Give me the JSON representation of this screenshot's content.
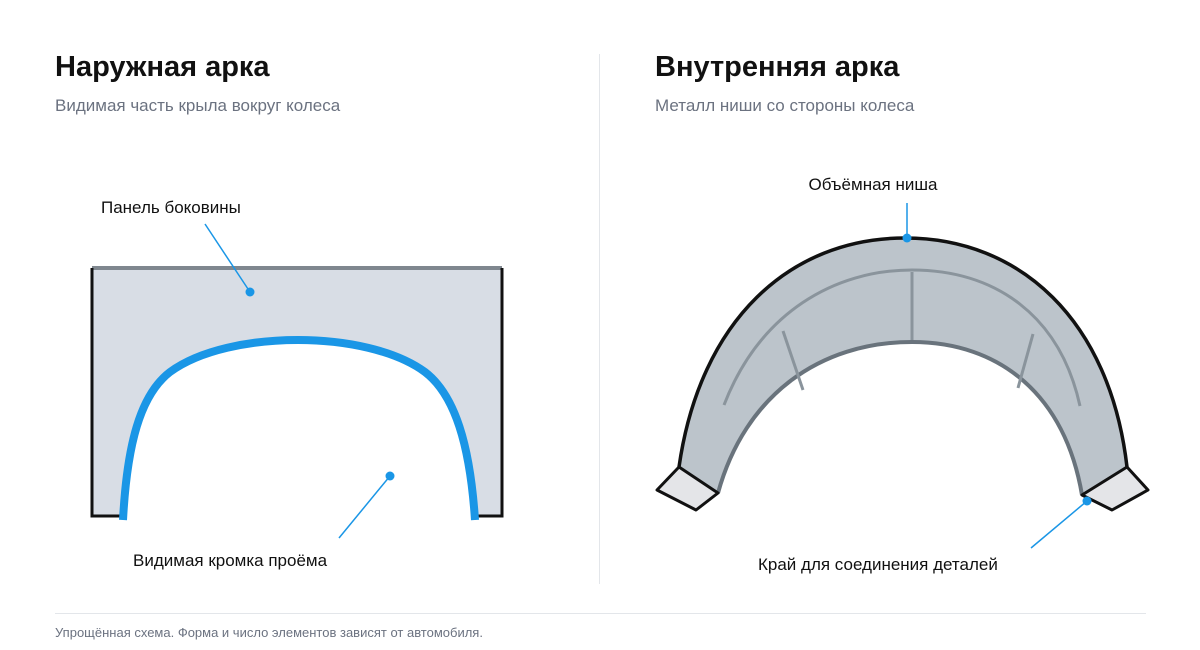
{
  "outer_arch": {
    "title": "Наружная арка",
    "subtitle": "Видимая часть крыла вокруг колеса",
    "labels": {
      "side_panel": "Панель боковины",
      "opening_edge": "Видимая кромка проёма"
    }
  },
  "inner_arch": {
    "title": "Внутренняя арка",
    "subtitle": "Металл ниши со стороны колеса",
    "labels": {
      "niche": "Объёмная ниша",
      "joining_edge": "Край для соединения деталей"
    }
  },
  "footnote": "Упрощённая схема. Форма и число элементов зависят от автомобиля.",
  "colors": {
    "accent_blue": "#1a96e6",
    "panel_fill": "#d8dde5",
    "arch_fill": "#bcc4cb",
    "flange_fill": "#e4e5e8",
    "outline": "#111111",
    "inner_line": "#8a949c"
  }
}
